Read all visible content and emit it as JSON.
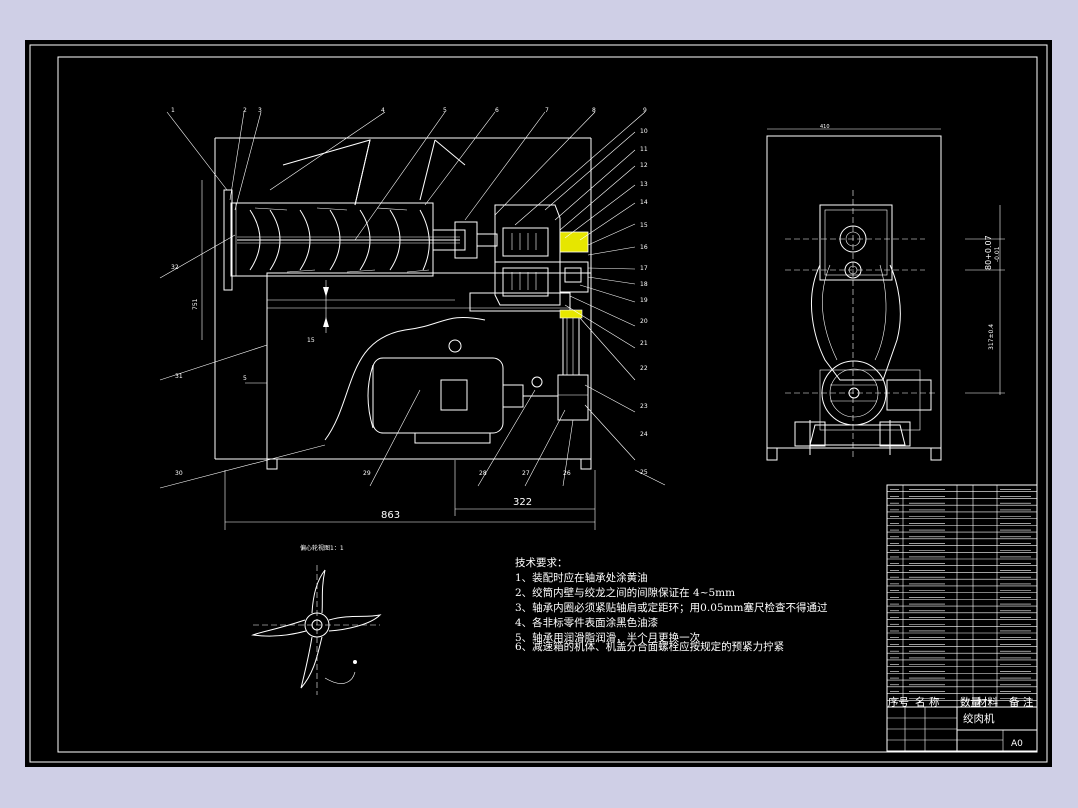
{
  "drawing": {
    "dimensions": {
      "overall_length": "863",
      "motor_span": "322",
      "side_width": "410",
      "v_depth": "15",
      "h_offset": "5",
      "left_height": "751",
      "shaft_center": "80+0.07",
      "shaft_center_lower": "-0.01",
      "belt_center": "317±0.4"
    },
    "callouts_top": [
      "1",
      "2",
      "3",
      "4",
      "5",
      "6",
      "7",
      "8",
      "9"
    ],
    "callouts_right": [
      "10",
      "11",
      "12",
      "13",
      "14",
      "15",
      "16",
      "17",
      "18",
      "19",
      "20",
      "21",
      "22",
      "23",
      "24",
      "25"
    ],
    "callouts_bottom": [
      "26",
      "27",
      "28",
      "29",
      "30",
      "31",
      "32"
    ],
    "detail_title": "偏心轮视图1：1",
    "tech_requirements": {
      "heading": "技术要求：",
      "items": [
        "1、装配时应在轴承处涂黄油",
        "2、绞筒内壁与绞龙之间的间隙保证在 4~5mm",
        "3、轴承内圈必须紧贴轴肩或定距环；用0.05mm塞尺检查不得通过",
        "4、各非标零件表面涂黑色油漆",
        "5、轴承用润滑脂润滑，半个月更换一次",
        "6、减速箱的机体、机盖分合面螺栓应按规定的预紧力拧紧"
      ]
    },
    "title_block": {
      "name": "绞肉机",
      "sheet_size": "A0",
      "col_headers": [
        "序号",
        "名 称",
        "数量",
        "材料",
        "备 注"
      ]
    }
  },
  "colors": {
    "background": "#000000",
    "line": "#ffffff",
    "highlight": "#e6e600",
    "frame_outer": "#cfcfe6"
  }
}
